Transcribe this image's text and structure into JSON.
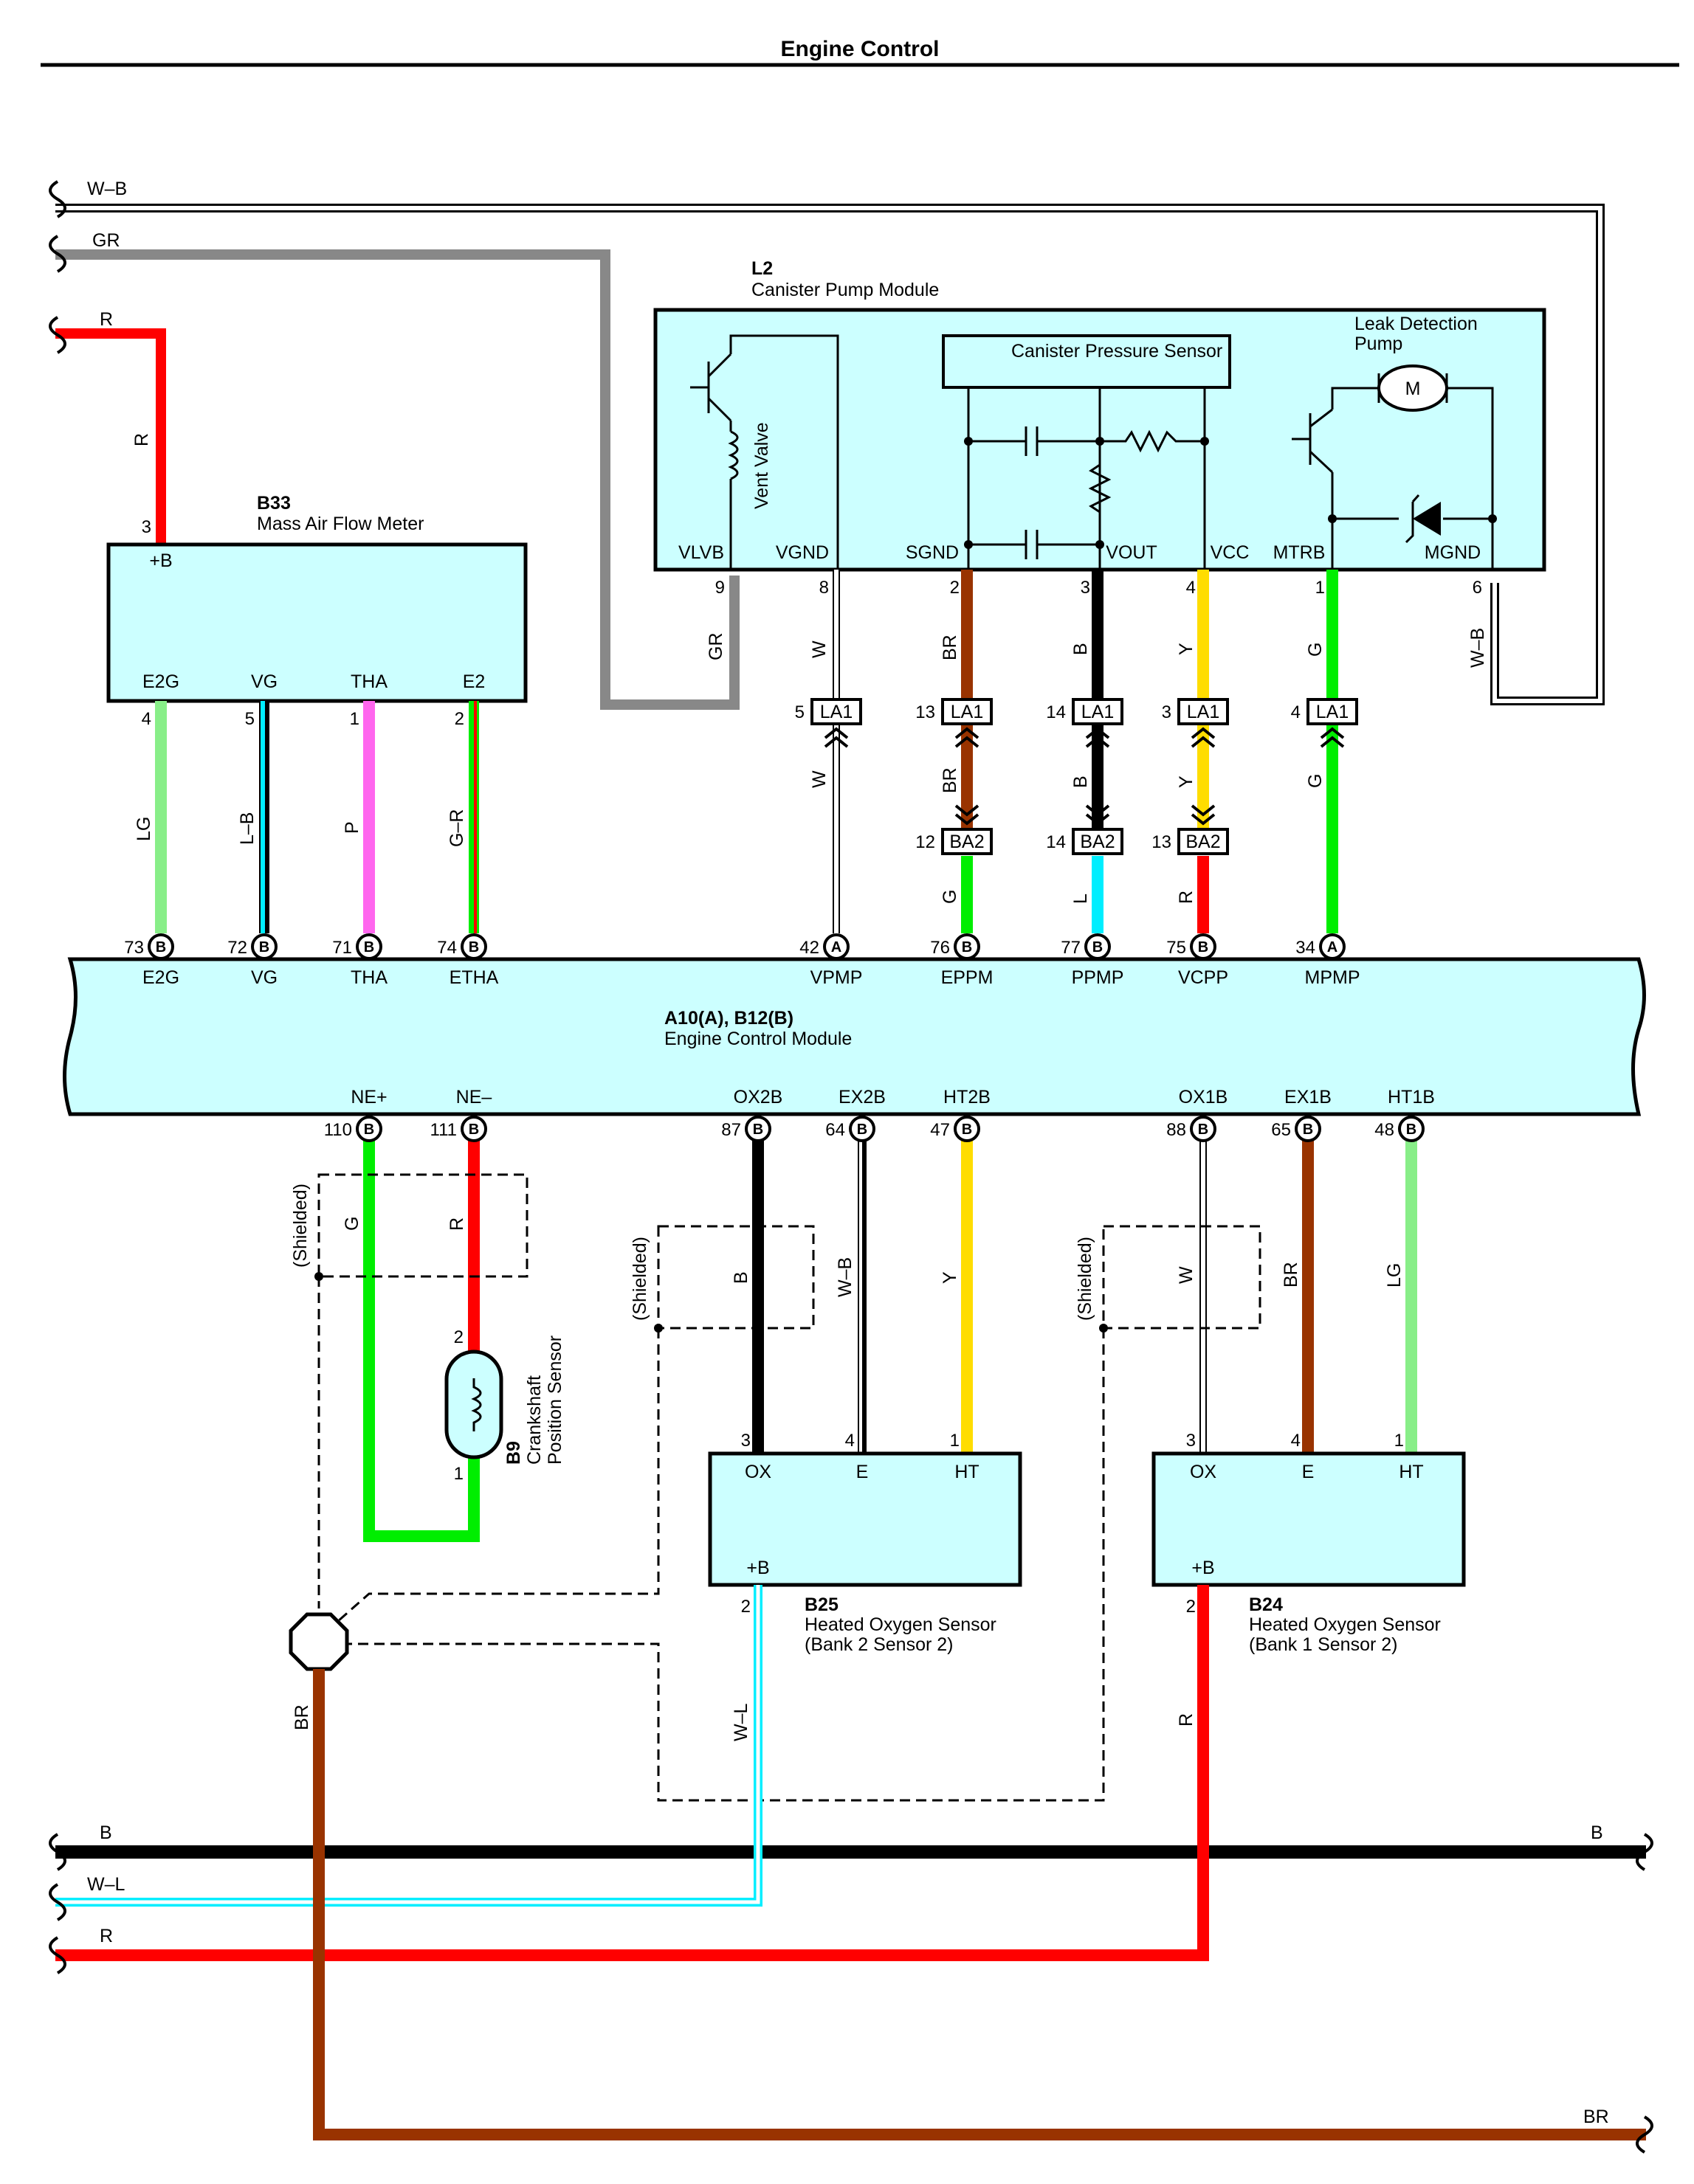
{
  "title": "Engine Control",
  "colors": {
    "box_fill": "#ccffff",
    "R": "#ff0000",
    "GR": "#888888",
    "BR": "#993300",
    "W": "#ffffff",
    "B": "#000000",
    "Y": "#ffdd00",
    "G": "#00ee00",
    "LG": "#88ee88",
    "L": "#00eeff",
    "P": "#ff66ee"
  },
  "components": {
    "L2": {
      "id": "L2",
      "name": "Canister Pump Module",
      "terminals": [
        "VLVB",
        "VGND",
        "SGND",
        "VOUT",
        "VCC",
        "MTRB",
        "MGND"
      ],
      "pins": [
        "9",
        "8",
        "2",
        "3",
        "4",
        "1",
        "6"
      ],
      "sensor_name": "Canister Pressure Sensor",
      "pump_name": "Leak Detection Pump",
      "valve_name": "Vent Valve",
      "motor": "M"
    },
    "B33": {
      "id": "B33",
      "name": "Mass Air Flow Meter",
      "top_terminal": "+B",
      "top_pin": "3",
      "terminals": [
        "E2G",
        "VG",
        "THA",
        "E2"
      ],
      "pins": [
        "4",
        "5",
        "1",
        "2"
      ]
    },
    "ECM": {
      "id": "A10(A), B12(B)",
      "name": "Engine Control Module",
      "top_terminals": [
        "E2G",
        "VG",
        "THA",
        "ETHA",
        "VPMP",
        "EPPM",
        "PPMP",
        "VCPP",
        "MPMP"
      ],
      "top_pins": [
        "73",
        "72",
        "71",
        "74",
        "42",
        "76",
        "77",
        "75",
        "34"
      ],
      "top_letters": [
        "B",
        "B",
        "B",
        "B",
        "A",
        "B",
        "B",
        "B",
        "A"
      ],
      "bottom_terminals": [
        "NE+",
        "NE–",
        "OX2B",
        "EX2B",
        "HT2B",
        "OX1B",
        "EX1B",
        "HT1B"
      ],
      "bottom_pins": [
        "110",
        "111",
        "87",
        "64",
        "47",
        "88",
        "65",
        "48"
      ],
      "bottom_letters": [
        "B",
        "B",
        "B",
        "B",
        "B",
        "B",
        "B",
        "B"
      ]
    },
    "B9": {
      "id": "B9",
      "name_line1": "Crankshaft",
      "name_line2": "Position Sensor",
      "pins": [
        "2",
        "1"
      ]
    },
    "B25": {
      "id": "B25",
      "name": "Heated Oxygen Sensor",
      "detail": "(Bank 2 Sensor 2)",
      "terminals": [
        "OX",
        "E",
        "HT"
      ],
      "pins": [
        "3",
        "4",
        "1"
      ],
      "bottom_terminal": "+B",
      "bottom_pin": "2"
    },
    "B24": {
      "id": "B24",
      "name": "Heated Oxygen Sensor",
      "detail": "(Bank 1 Sensor 2)",
      "terminals": [
        "OX",
        "E",
        "HT"
      ],
      "pins": [
        "3",
        "4",
        "1"
      ],
      "bottom_terminal": "+B",
      "bottom_pin": "2"
    }
  },
  "connectors": {
    "LA1": {
      "name": "LA1",
      "pins": [
        "5",
        "13",
        "14",
        "3",
        "4"
      ]
    },
    "BA2": {
      "name": "BA2",
      "pins": [
        "12",
        "14",
        "13"
      ]
    }
  },
  "wires": {
    "top_bus": [
      "W–B",
      "GR",
      "R"
    ],
    "bottom_bus": [
      "B",
      "W–L",
      "R",
      "BR"
    ],
    "b33_r": "R",
    "gr": "GR",
    "w": "W",
    "br": "BR",
    "b": "B",
    "y": "Y",
    "g": "G",
    "wb": "W–B",
    "below_g": "G",
    "below_l": "L",
    "below_r": "R",
    "maf": [
      "LG",
      "L–B",
      "P",
      "G–R"
    ],
    "ne_plus": "G",
    "ne_minus": "R",
    "b25": [
      "B",
      "W–B",
      "Y"
    ],
    "b25_power": "W–L",
    "b24": [
      "W",
      "BR",
      "LG"
    ],
    "b24_power": "R",
    "ground": "BR"
  },
  "shielded": "(Shielded)"
}
